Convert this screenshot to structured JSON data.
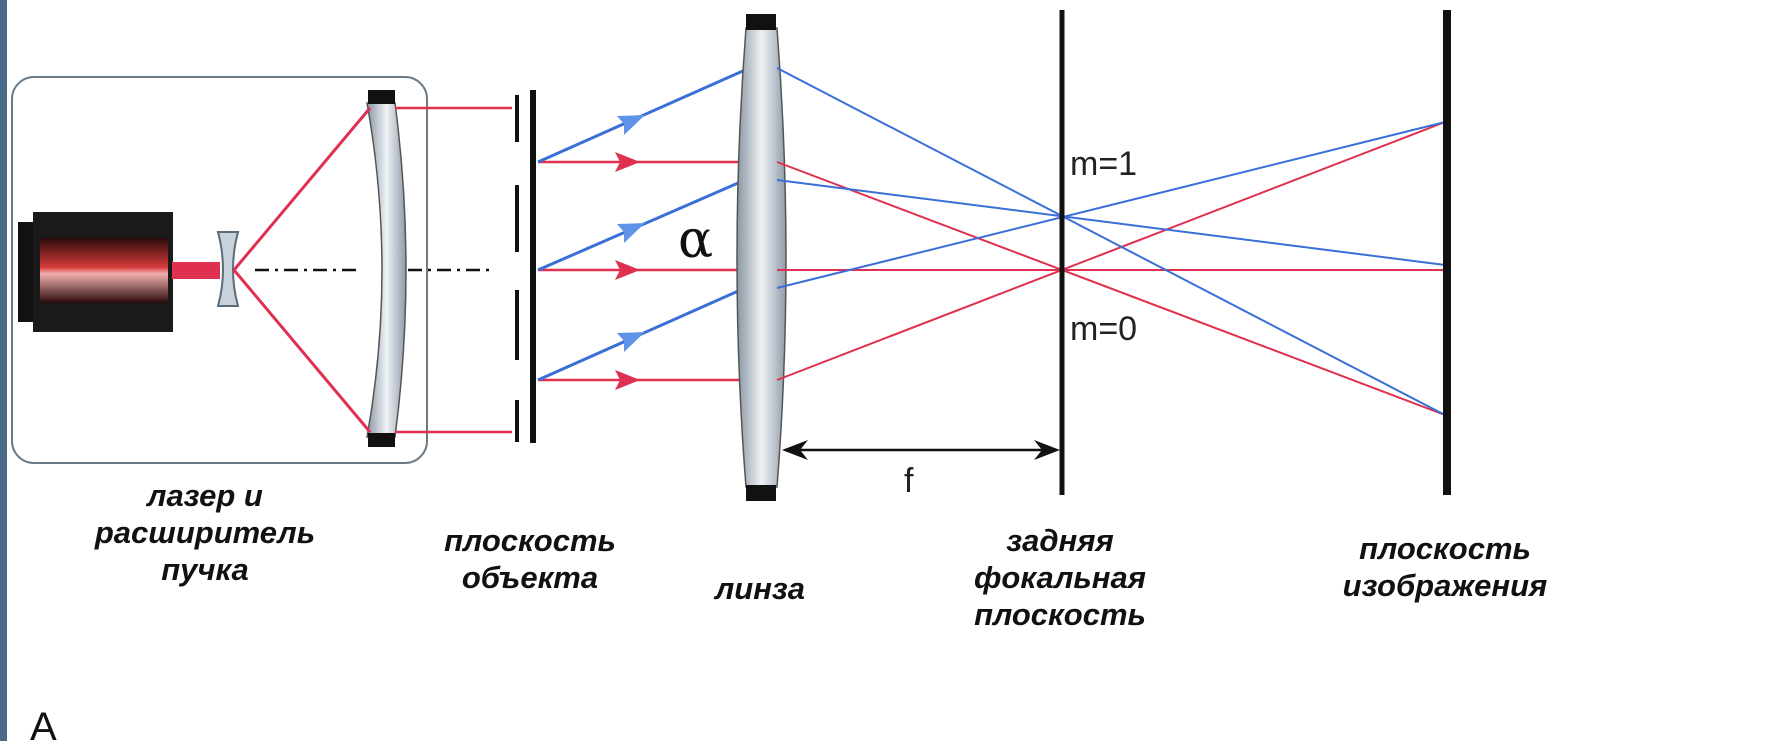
{
  "labels": {
    "laser": [
      "лазер и",
      "расширитель",
      "пучка"
    ],
    "object_plane": [
      "плоскость",
      "объекта"
    ],
    "lens": "линза",
    "back_focal": [
      "задняя",
      "фокальная",
      "плоскость"
    ],
    "image_plane": [
      "плоскость",
      "изображения"
    ]
  },
  "annotations": {
    "m1": "m=1",
    "m0": "m=0",
    "alpha": "α",
    "f": "f",
    "corner": "A"
  },
  "colors": {
    "red_ray": "#e0304f",
    "blue_ray": "#3a6fd8",
    "arrow_blue": "#5f93e8",
    "frame": "#6a7a86",
    "lens": "#c3ccd6",
    "left_bar": "#4a6a8a"
  }
}
